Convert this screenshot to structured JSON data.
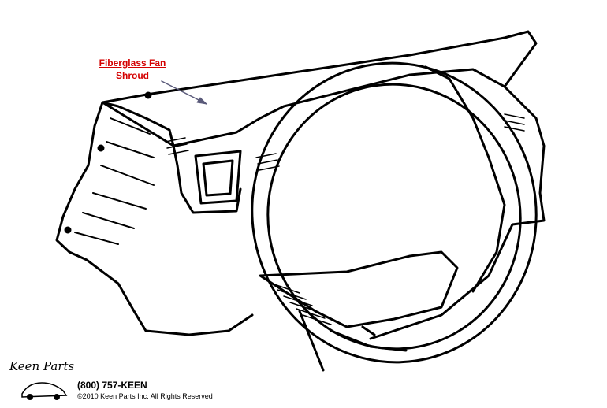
{
  "callout": {
    "line1": "Fiberglass Fan",
    "line2": "Shroud",
    "color": "#d40000"
  },
  "logo": {
    "text": "Keen Parts"
  },
  "footer": {
    "phone": "(800) 757-KEEN",
    "copyright": "©2010 Keen Parts Inc. All Rights Reserved"
  }
}
